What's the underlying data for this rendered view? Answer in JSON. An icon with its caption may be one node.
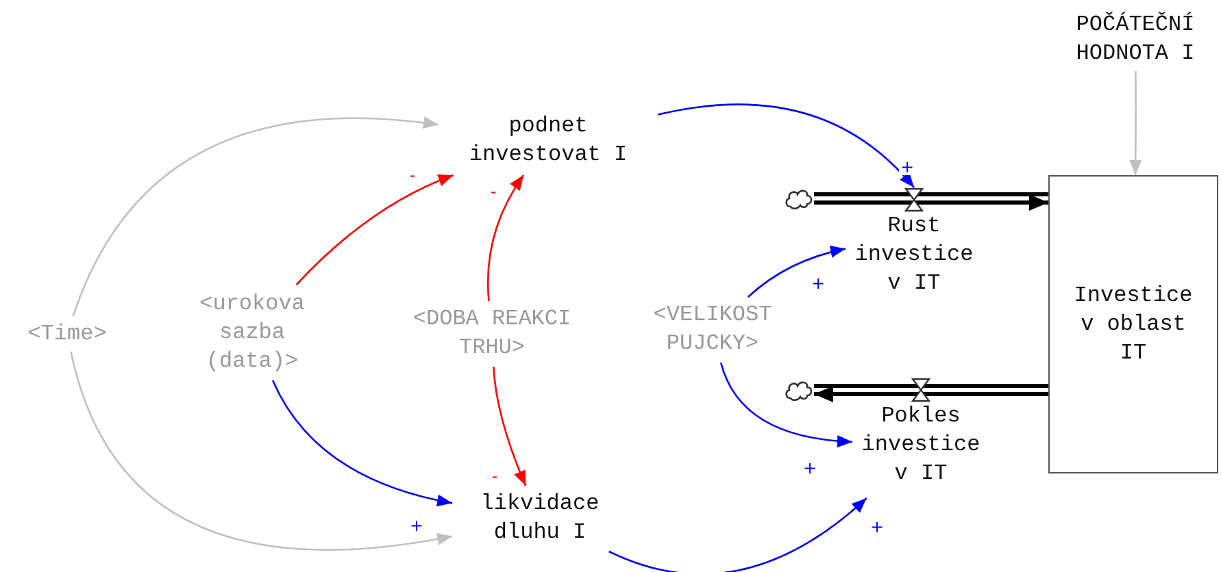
{
  "diagram": {
    "nodes": [
      {
        "text": [
          "podnet investovat I"
        ]
      },
      {
        "text": [
          "<urokova sazba (data)>"
        ]
      },
      {
        "text": [
          "<DOBA REAKCI TRHU>"
        ]
      },
      {
        "text": [
          "<Time>"
        ]
      },
      {
        "text": [
          "likvidace dluhu I"
        ]
      },
      {
        "text": [
          "<VELIKOST PUJCKY>"
        ]
      },
      {
        "text": [],
        "shape": "cloud"
      },
      {
        "text": [
          "Rust investice v IT"
        ]
      },
      {
        "text": [
          "Investice v oblast IT"
        ]
      },
      {
        "text": [],
        "shape": "cloud"
      },
      {
        "text": [
          "Pokles investice v IT"
        ]
      },
      {
        "text": [
          "POČÁTEČNÍ HODNOTA I"
        ]
      }
    ],
    "edges": [
      {
        "from": 3,
        "to": 0,
        "arrow": "to",
        "color": "#c0c0c0"
      },
      {
        "from": 3,
        "to": 4,
        "arrow": "to",
        "color": "#c0c0c0"
      },
      {
        "from": 1,
        "to": 0,
        "arrow": "to",
        "label": "-",
        "color": "#ff0000"
      },
      {
        "from": 2,
        "to": 0,
        "arrow": "to",
        "label": "-",
        "color": "#ff0000"
      },
      {
        "from": 2,
        "to": 4,
        "arrow": "to",
        "label": "-",
        "color": "#ff0000"
      },
      {
        "from": 1,
        "to": 4,
        "arrow": "to",
        "label": "+"
      },
      {
        "from": 0,
        "to": 7,
        "arrow": "to",
        "label": "+"
      },
      {
        "from": 5,
        "to": 7,
        "arrow": "to",
        "label": "+"
      },
      {
        "from": 5,
        "to": 10,
        "arrow": "to",
        "label": "+"
      },
      {
        "from": 4,
        "to": 10,
        "arrow": "to",
        "label": "+"
      },
      {
        "from": 11,
        "to": 8,
        "arrow": "to",
        "color": "#c0c0c0"
      },
      {
        "from": 6,
        "to": 8,
        "arrow": "to",
        "style": "thick",
        "color": "#000000"
      },
      {
        "from": 8,
        "to": 9,
        "arrow": "to",
        "style": "thick",
        "color": "#000000"
      }
    ]
  }
}
